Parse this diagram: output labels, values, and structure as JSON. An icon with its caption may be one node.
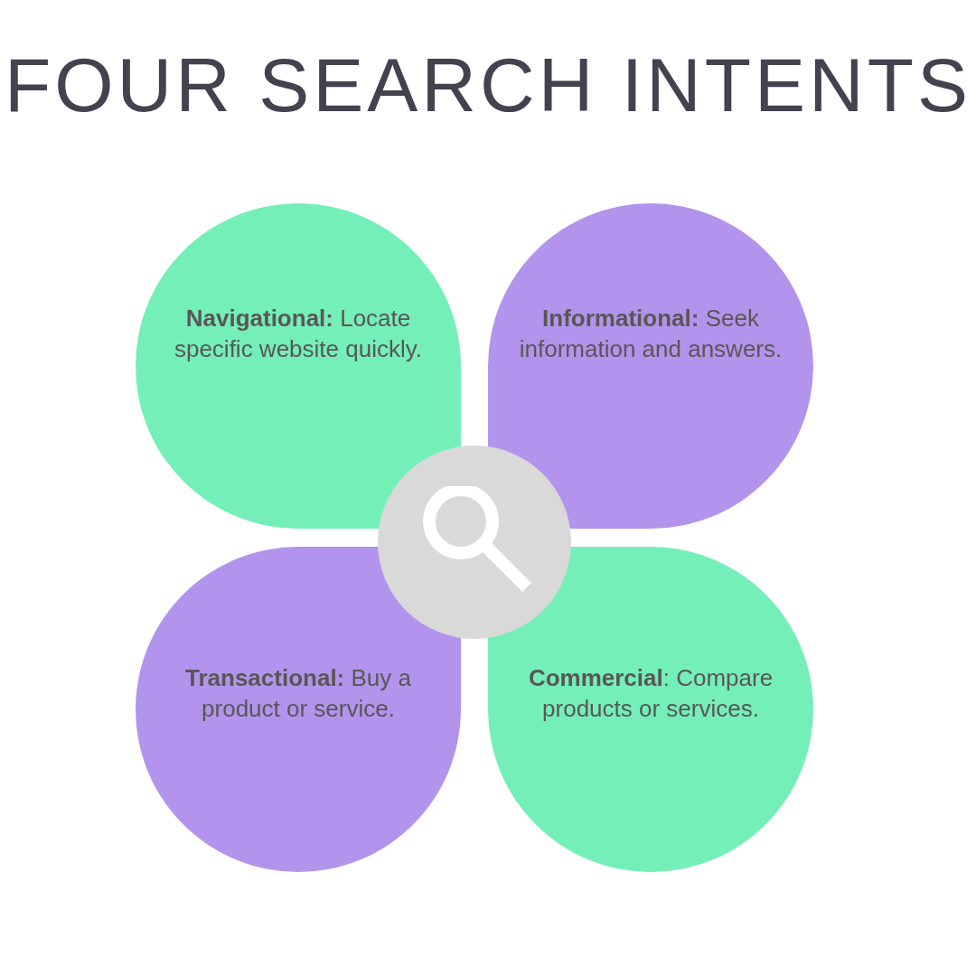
{
  "diagram": {
    "title": "FOUR SEARCH INTENTS",
    "nodes": [
      {
        "text": [
          "**Navigational:** Locate specific website quickly."
        ]
      },
      {
        "text": [
          "**Informational:** Seek information and answers."
        ]
      },
      {
        "text": [
          "**Transactional:** Buy a product or service."
        ]
      },
      {
        "text": [
          "**Commercial**: Compare products or services."
        ]
      },
      {
        "text": [],
        "shape": "circle"
      }
    ]
  }
}
